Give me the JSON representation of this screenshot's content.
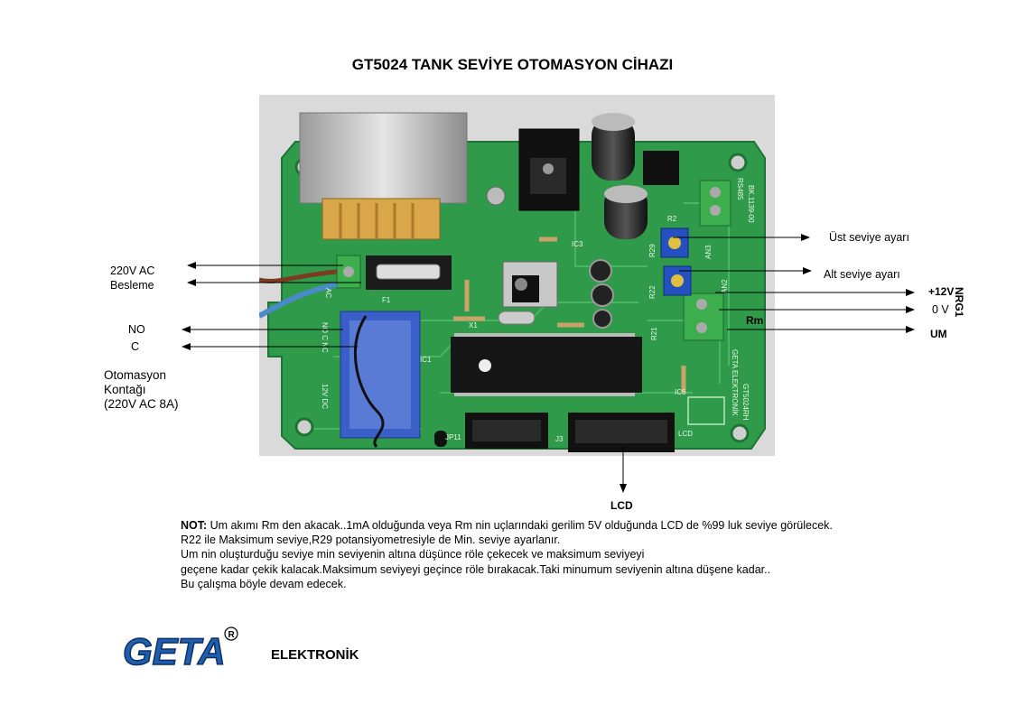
{
  "title": "GT5024 TANK SEVİYE OTOMASYON CİHAZI",
  "labels": {
    "supply_line1": "220V AC",
    "supply_line2": "Besleme",
    "no": "NO",
    "c": "C",
    "contact_line1": "Otomasyon",
    "contact_line2": "Kontağı",
    "contact_line3": "(220V AC 8A)",
    "upper_adjust": "Üst seviye ayarı",
    "lower_adjust": "Alt seviye ayarı",
    "plus12v": "+12V",
    "zero_v": "0 V",
    "nrg1": "NRG1",
    "rm": "Rm",
    "um": "UM",
    "lcd": "LCD"
  },
  "note": {
    "prefix": "NOT:",
    "line1": " Um akımı Rm den akacak..1mA olduğunda veya Rm nin uçlarındaki gerilim 5V olduğunda  LCD de %99 luk seviye görülecek.",
    "line2": "R22 ile Maksimum seviye,R29 potansiyometresiyle de Min. seviye ayarlanır.",
    "line3": "Um nin oluşturduğu seviye min seviyenin altına düşünce röle çekecek ve maksimum seviyeyi",
    "line4": "geçene kadar çekik kalacak.Maksimum seviyeyi geçince röle bırakacak.Taki minumum seviyenin altına düşene kadar..",
    "line5": "Bu çalışma böyle devam edecek."
  },
  "board_text": {
    "ic1": "IC1",
    "ic3": "IC3",
    "ic6": "IC6",
    "j3": "J3",
    "jp11": "JP11",
    "lcd_conn": "LCD",
    "r29": "R29",
    "r22": "R22",
    "r21": "R21",
    "r2": "R2",
    "an2": "AN2",
    "an3": "AN3",
    "f1": "F1",
    "x1": "X1",
    "ac": "AC",
    "rs485": "RS485",
    "no_c_nc": "NO  C  NC",
    "v12_dc": "12V  DC",
    "geta_side": "GETA ELEKTRONİK",
    "model": "GT5024RH",
    "bk": "BK.1139-00"
  },
  "brand": {
    "logo": "GETA",
    "registered": "R",
    "name": "ELEKTRONİK",
    "logo_color": "#1f5fae"
  },
  "colors": {
    "pcb": "#2f9a4a",
    "pcb_dark": "#1f7a38",
    "photo_bg": "#d9d9d9",
    "relay": "#3a5fc8",
    "pot": "#2450c0"
  }
}
